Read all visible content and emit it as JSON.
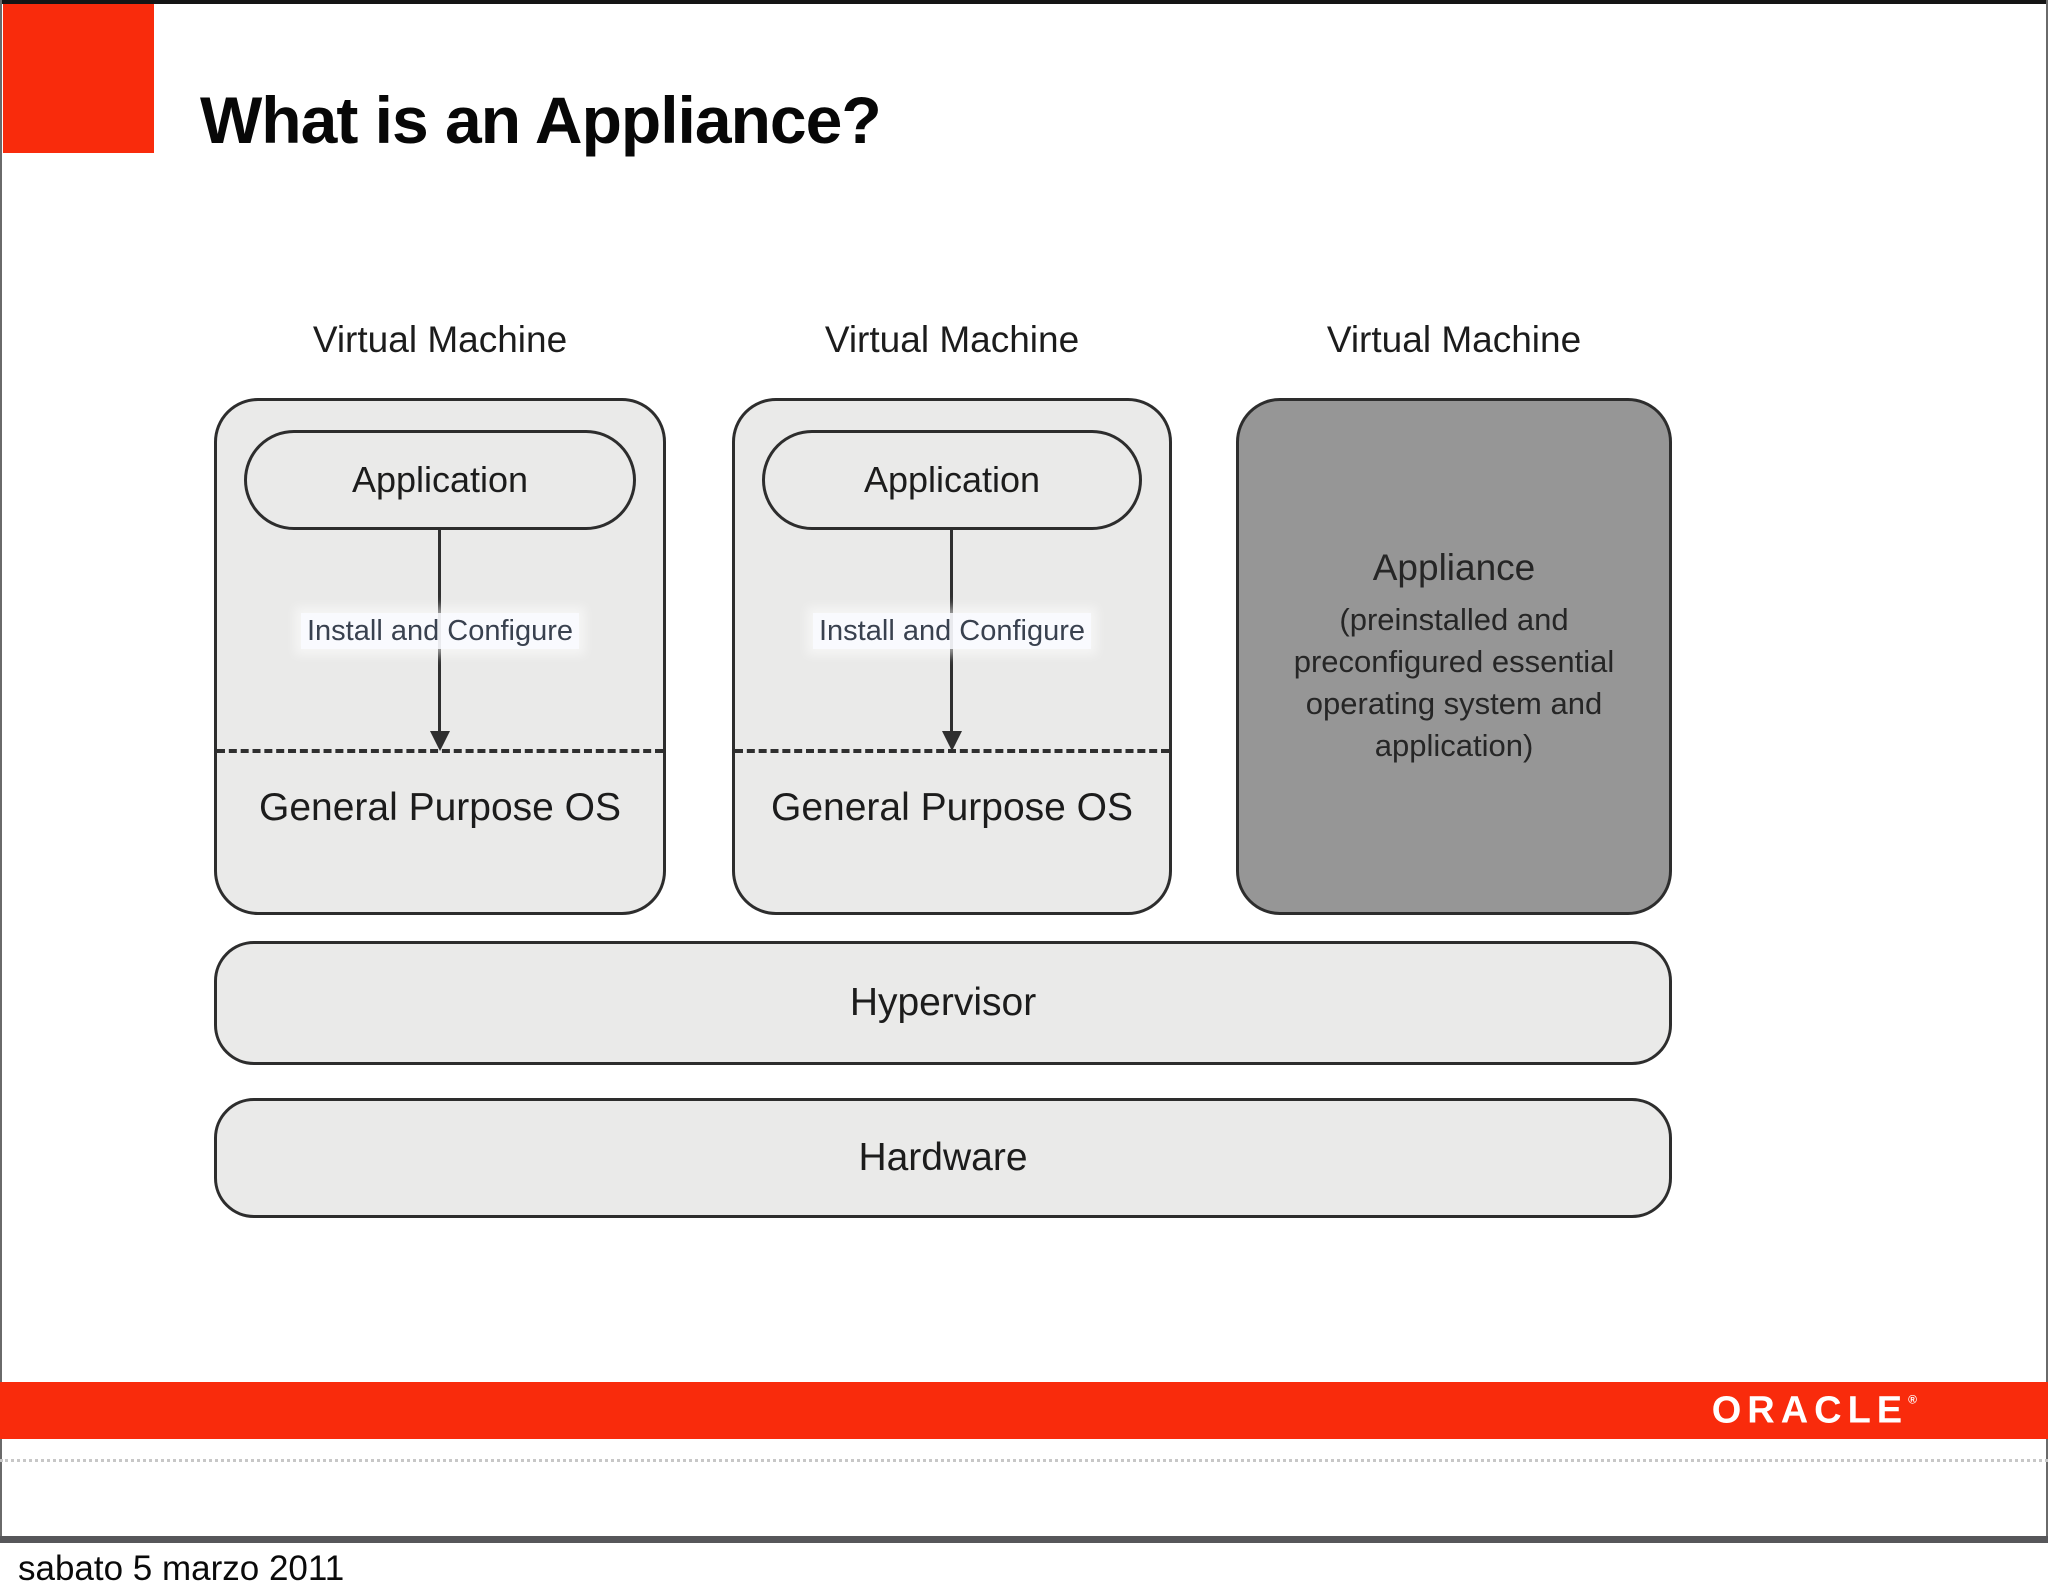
{
  "slide": {
    "title": "What is an Appliance?",
    "date_label": "sabato 5 marzo 2011",
    "footer": {
      "logo_text": "ORACLE",
      "registered_mark": "®"
    }
  },
  "diagram": {
    "columns": [
      {
        "header": "Virtual Machine",
        "application_label": "Application",
        "arrow_label": "Install and Configure",
        "os_label": "General Purpose OS"
      },
      {
        "header": "Virtual Machine",
        "application_label": "Application",
        "arrow_label": "Install and Configure",
        "os_label": "General Purpose OS"
      },
      {
        "header": "Virtual Machine",
        "body_title": "Appliance",
        "body_lines": [
          "(preinstalled and",
          "preconfigured essential",
          "operating system and",
          "application)"
        ]
      }
    ],
    "layers": [
      {
        "label": "Hypervisor"
      },
      {
        "label": "Hardware"
      }
    ],
    "colors": {
      "accent_red": "#f92b0c",
      "box_fill": "#eaeae9",
      "appliance_fill": "#969696",
      "border": "#2d2d2d"
    }
  }
}
